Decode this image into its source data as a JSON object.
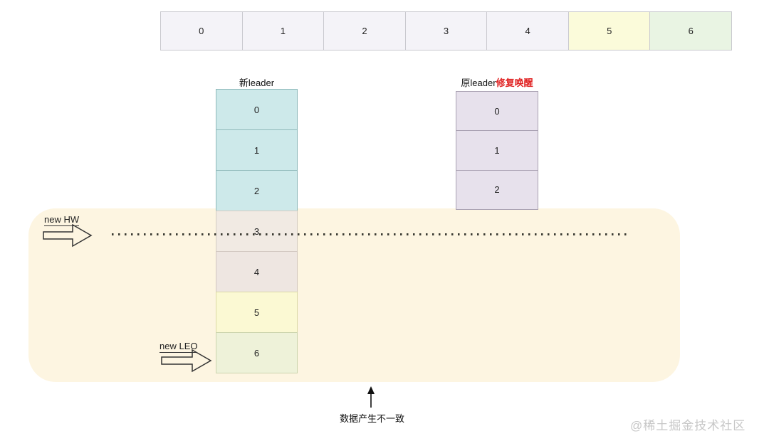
{
  "top_row": {
    "cells": [
      "0",
      "1",
      "2",
      "3",
      "4",
      "5",
      "6"
    ]
  },
  "new_leader": {
    "label": "新leader",
    "cells": [
      "0",
      "1",
      "2",
      "3",
      "4",
      "5",
      "6"
    ]
  },
  "old_leader": {
    "label": "原leader",
    "label_highlight": "修复唤醒",
    "cells": [
      "0",
      "1",
      "2"
    ]
  },
  "annotations": {
    "hw_arrow_label": "new HW",
    "leo_arrow_label": "new LEO",
    "bottom_note": "数据产生不一致"
  },
  "watermark": "@稀土掘金技术社区",
  "colors": {
    "cyan_cell": "#cde9ea",
    "lavender_cell": "#f4f3f8",
    "yellow_cell": "#fbfbda",
    "green_cell": "#e9f4e3",
    "purple_cell": "#e7e1ec",
    "beige_cell_3": "#f1eae3",
    "beige_cell_4": "#eee6e1",
    "column_yellow_cell": "#fbf9d3",
    "column_green_cell": "#eef2d9",
    "highlight_region_bg": "#fdf5e1",
    "red_label": "#e02222",
    "watermark_gray": "#c7c7c7"
  }
}
